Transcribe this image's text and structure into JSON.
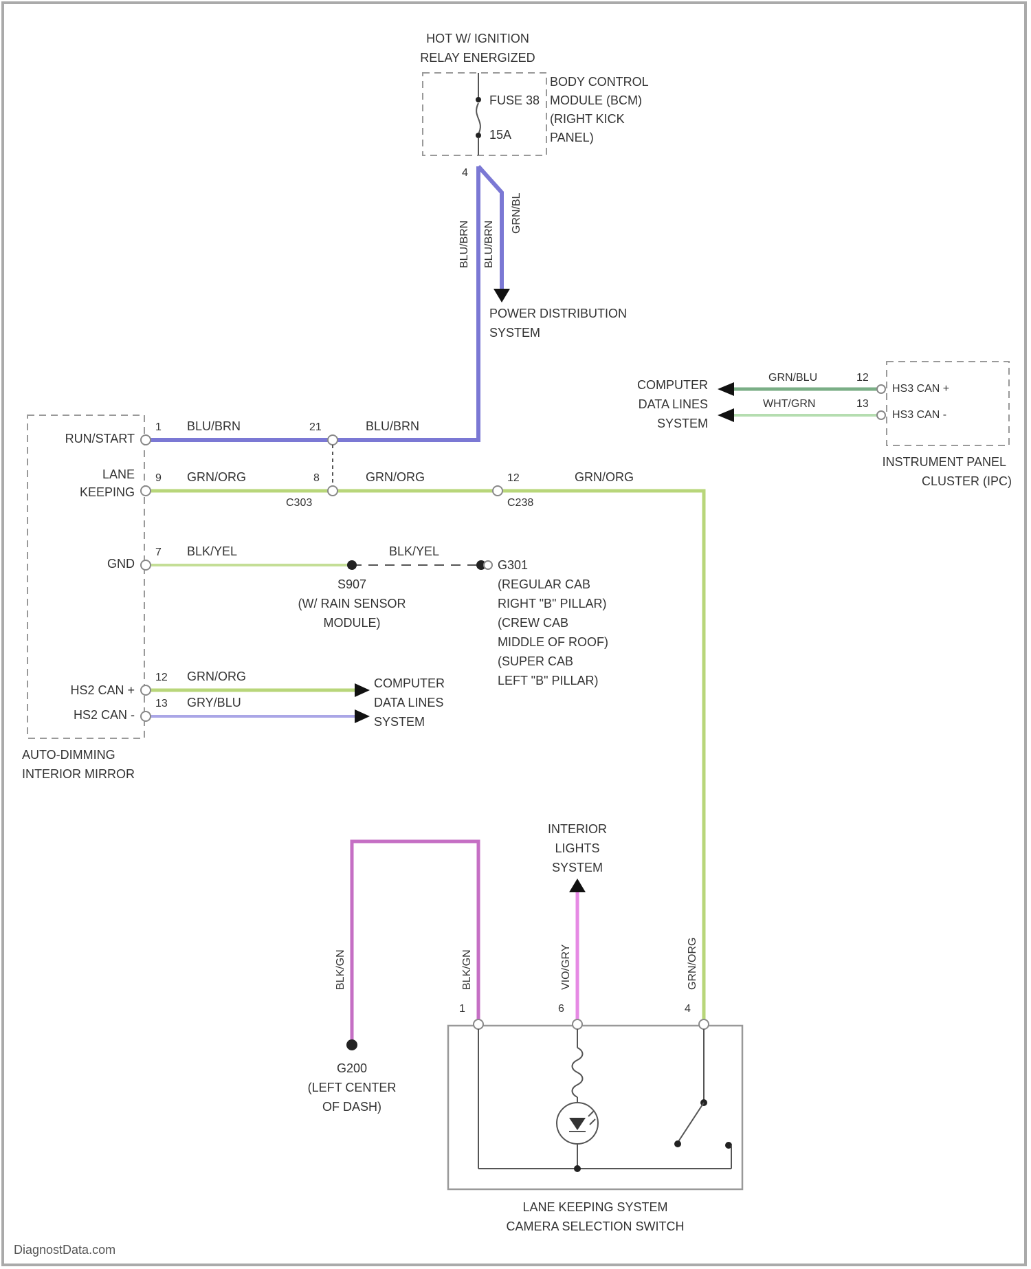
{
  "colors": {
    "bluebrn": "#7b78d4",
    "grnorg": "#b8d67a",
    "blkyel": "#c4de96",
    "grnblu": "#7aae86",
    "wht_grn": "#b5ddb0",
    "gryblu": "#aaa6e6",
    "blkgrn": "#c56fc4",
    "vio_grn": "#e68ae4",
    "frame": "#aaaaaa"
  },
  "top_power": {
    "label_line1": "HOT W/ IGNITION",
    "label_line2": "RELAY ENERGIZED",
    "fuse_label": "FUSE 38",
    "fuse_rating": "15A",
    "pin": "4",
    "wire_left": "BLU/BRN",
    "wire_mid": "BLU/BRN",
    "wire_right": "GRN/BL",
    "power_dist_line1": "POWER DISTRIBUTION",
    "power_dist_line2": "SYSTEM"
  },
  "bcm": {
    "line1": "BODY CONTROL",
    "line2": "MODULE (BCM)",
    "line3": "(RIGHT KICK",
    "line4": "PANEL)"
  },
  "ipc": {
    "pin_can_plus": "HS3 CAN +",
    "pin_can_minus": "HS3 CAN -",
    "pin12": "12",
    "pin13": "13",
    "wire_upper": "GRN/BLU",
    "wire_lower": "WHT/GRN",
    "name_line1": "INSTRUMENT PANEL",
    "name_line2": "CLUSTER (IPC)",
    "cdl_line1": "COMPUTER",
    "cdl_line2": "DATA LINES",
    "cdl_line3": "SYSTEM"
  },
  "mirror": {
    "pin_runstart": "RUN/START",
    "pin_lane_1": "LANE",
    "pin_lane_2": "KEEPING",
    "pin_gnd": "GND",
    "pin_can_plus": "HS2 CAN +",
    "pin_can_minus": "HS2 CAN -",
    "name_line1": "AUTO-DIMMING",
    "name_line2": "INTERIOR MIRROR",
    "num_runstart": "1",
    "num_lane": "9",
    "num_gnd": "7",
    "num_can_plus": "12",
    "num_can_minus": "13",
    "wire_runstart": "BLU/BRN",
    "wire_lane": "GRN/ORG",
    "wire_gnd": "BLK/YEL",
    "wire_can_plus": "GRN/ORG",
    "wire_can_minus": "GRY/BLU",
    "cdl_line1": "COMPUTER",
    "cdl_line2": "DATA LINES",
    "cdl_line3": "SYSTEM"
  },
  "connectors": {
    "c1_pin_top": "21",
    "c1_pin_mid": "8",
    "c1_name": "C303",
    "c1_wire_top": "BLU/BRN",
    "c1_wire_mid": "GRN/ORG",
    "c2_pin": "12",
    "c2_name": "C238",
    "c2_wire": "GRN/ORG"
  },
  "grounds": {
    "s_name": "S907",
    "s_line2": "(W/ RAIN SENSOR",
    "s_line3": "MODULE)",
    "mid_wire": "BLK/YEL",
    "g_name": "G301",
    "g_line2": "(REGULAR CAB",
    "g_line3": "RIGHT \"B\" PILLAR)",
    "g_line4": "(CREW CAB",
    "g_line5": "MIDDLE OF ROOF)",
    "g_line6": "(SUPER CAB",
    "g_line7": "LEFT \"B\" PILLAR)",
    "g2_name": "G200",
    "g2_line2": "(LEFT CENTER",
    "g2_line3": "OF DASH)"
  },
  "switch": {
    "name_line1": "LANE KEEPING SYSTEM",
    "name_line2": "CAMERA SELECTION SWITCH",
    "pin1": "1",
    "pin2": "6",
    "pin3": "4",
    "wire_ground_left": "BLK/GN",
    "wire_ground_right": "BLK/GN",
    "wire_lights": "VIO/GRY",
    "wire_signal": "GRN/ORG",
    "lights_line1": "INTERIOR",
    "lights_line2": "LIGHTS",
    "lights_line3": "SYSTEM"
  },
  "watermark": "DiagnostData.com"
}
